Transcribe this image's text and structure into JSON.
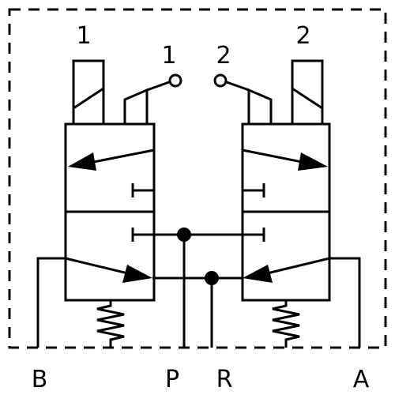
{
  "labels": {
    "solenoid_left": "1",
    "solenoid_right": "2",
    "switch_left": "1",
    "switch_right": "2",
    "port_b": "B",
    "port_p": "P",
    "port_r": "R",
    "port_a": "A"
  },
  "colors": {
    "line": "#000000",
    "background": "#ffffff"
  }
}
